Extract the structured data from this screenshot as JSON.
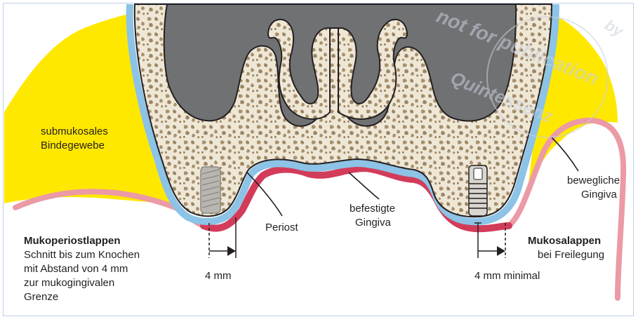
{
  "colors": {
    "soft_tissue": "#ffe800",
    "periosteum": "#8cc3e6",
    "attached_gingiva": "#d23c5a",
    "mucosa_pink": "#eb9aa6",
    "bone": "#efe7d6",
    "cavity": "#707172",
    "implant": "#b9b6b1",
    "frame": "#bfcde6",
    "text": "#231f20"
  },
  "labels": {
    "submucosal": [
      "submukosales",
      "Bindegewebe"
    ],
    "movable": [
      "bewegliche",
      "Gingiva"
    ],
    "attached": [
      "befestigte",
      "Gingiva"
    ],
    "periost": "Periost",
    "flap_left_title": "Mukoperiostlappen",
    "flap_left_desc": [
      "Schnitt bis zum Knochen",
      "mit Abstand von 4 mm",
      "zur mukogingivalen",
      "Grenze"
    ],
    "flap_right_title": "Mukosalappen",
    "flap_right_desc": "bei Freilegung",
    "dist_left": "4 mm",
    "dist_right": "4 mm minimal"
  },
  "watermark": {
    "line1": "not for publication",
    "line2": "Quintessenz",
    "line3": "by"
  },
  "icons": {
    "left_implant": "implant-icon",
    "right_implant": "implant-icon",
    "bone_texture": "trabecular-bone-icon"
  }
}
